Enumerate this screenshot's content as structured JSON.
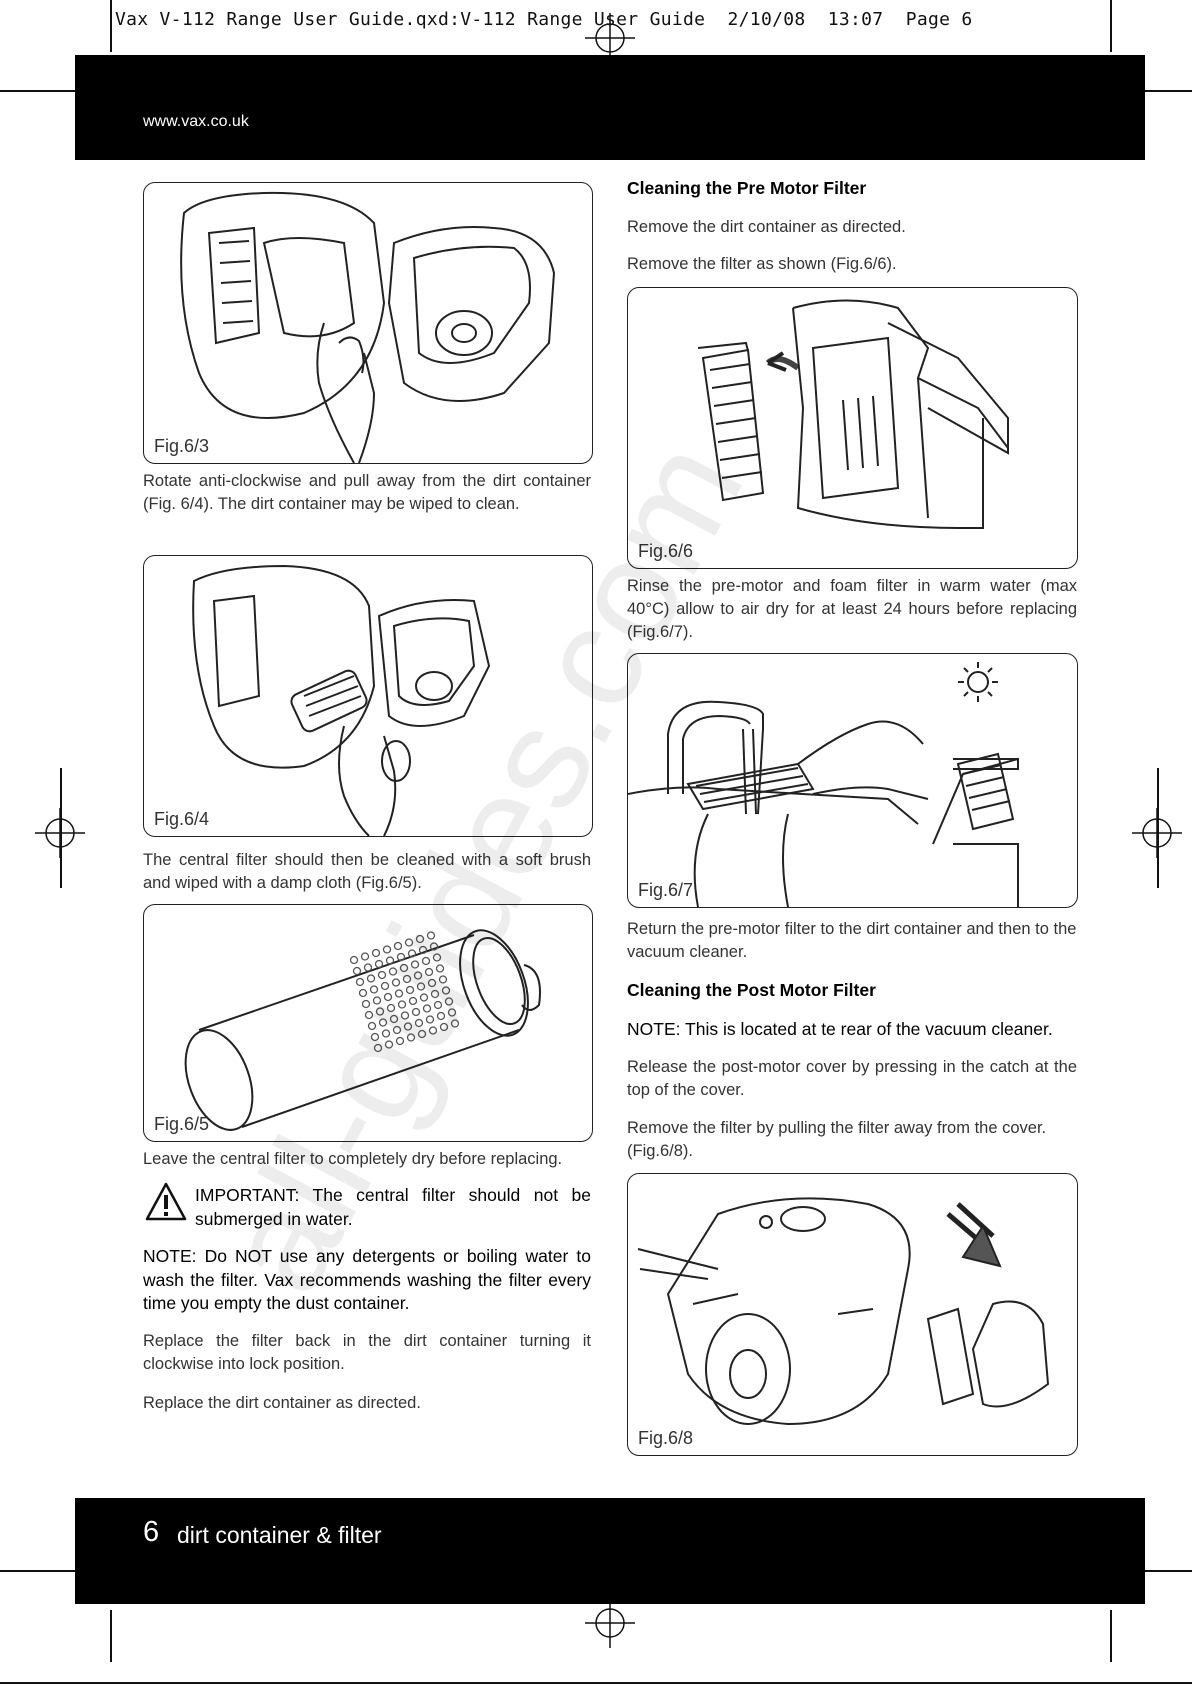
{
  "slug_line": "Vax V-112 Range User Guide.qxd:V-112 Range User Guide  2/10/08  13:07  Page 6",
  "header": {
    "website": "www.vax.co.uk"
  },
  "footer": {
    "page_number": "6",
    "section_title": "dirt container & filter"
  },
  "watermark": "all-guides.com",
  "left": {
    "fig_6_3": "Fig.6/3",
    "para_rotate": "Rotate anti-clockwise and pull away from the dirt container (Fig. 6/4).   The dirt container may be wiped to clean.",
    "fig_6_4": "Fig.6/4",
    "para_central_filter": "The central filter should then be cleaned with a soft brush and wiped with a damp cloth (Fig.6/5).",
    "fig_6_5": "Fig.6/5",
    "para_leave": "Leave the central filter to completely dry before replacing.",
    "important": "IMPORTANT: The central filter should not be submerged in water.",
    "note": "NOTE: Do NOT use any detergents or boiling water to wash the filter.   Vax recommends washing the filter every time you empty the dust container.",
    "para_replace_filter": "Replace the filter back in the dirt container turning it clockwise into lock position.",
    "para_replace_container": "Replace the dirt container as directed."
  },
  "right": {
    "heading_pre": "Cleaning the Pre Motor Filter",
    "para_remove_container": "Remove the dirt container as directed.",
    "para_remove_filter": "Remove the filter as shown (Fig.6/6).",
    "fig_6_6": "Fig.6/6",
    "para_rinse": "Rinse the pre-motor and foam filter in warm water (max 40°C) allow to air dry for at least 24 hours before replacing (Fig.6/7).",
    "fig_6_7": "Fig.6/7",
    "para_return": "Return the pre-motor filter to the dirt container and then to the vacuum cleaner.",
    "heading_post": "Cleaning the Post Motor Filter",
    "note_post": "NOTE: This is located at te rear of the vacuum cleaner.",
    "para_release": "Release the post-motor cover by pressing in the catch at the top of the cover.",
    "para_remove_post": "Remove the filter by pulling the filter away from the cover. (Fig.6/8).",
    "fig_6_8": "Fig.6/8"
  }
}
